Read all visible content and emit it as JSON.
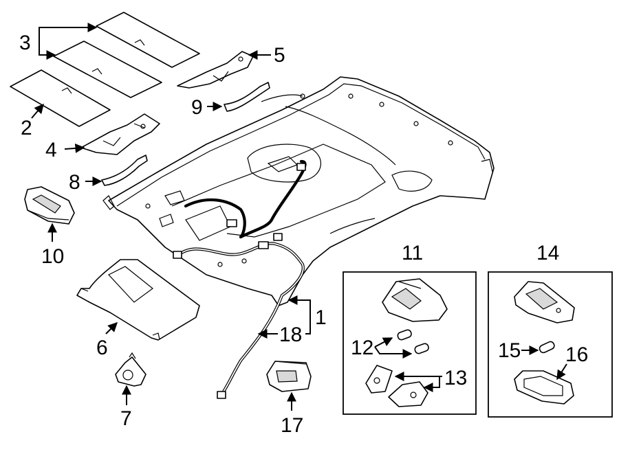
{
  "callouts": {
    "n1": "1",
    "n2": "2",
    "n3": "3",
    "n4": "4",
    "n5": "5",
    "n6": "6",
    "n7": "7",
    "n8": "8",
    "n9": "9",
    "n10": "10",
    "n11": "11",
    "n12": "12",
    "n13": "13",
    "n14": "14",
    "n15": "15",
    "n16": "16",
    "n17": "17",
    "n18": "18"
  },
  "colors": {
    "line": "#000000",
    "background": "#ffffff"
  }
}
